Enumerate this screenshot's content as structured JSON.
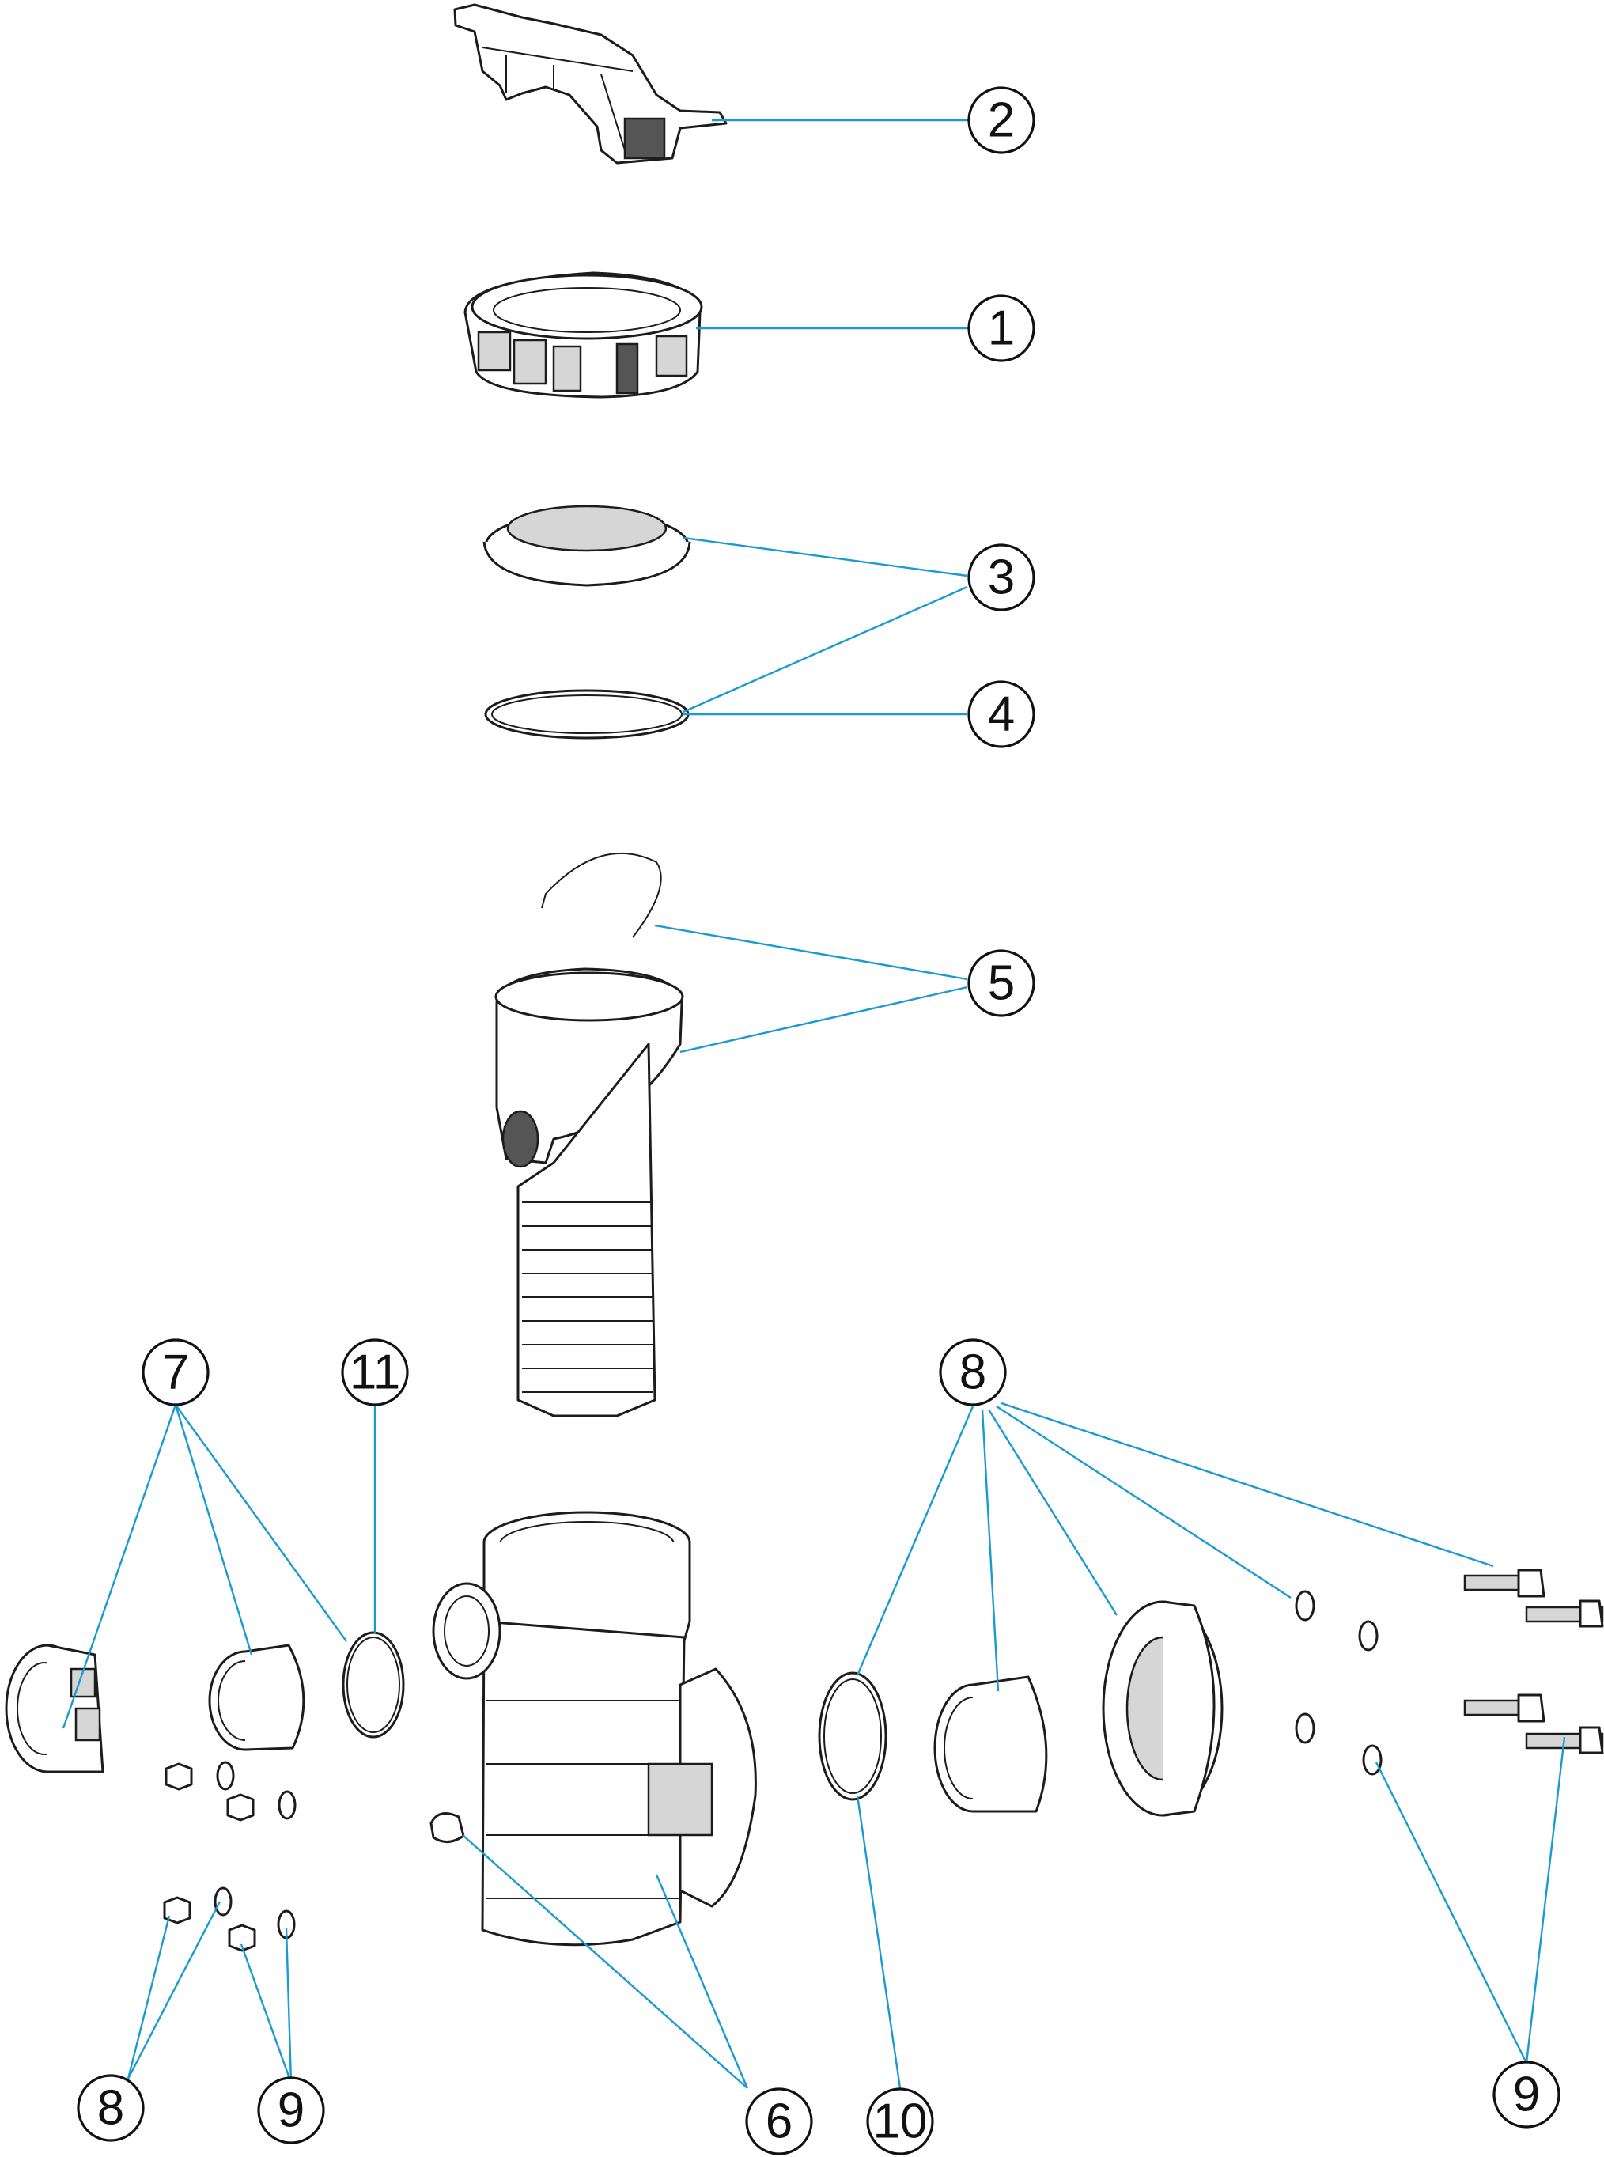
{
  "callouts": [
    {
      "id": "c2",
      "label": "2"
    },
    {
      "id": "c1",
      "label": "1"
    },
    {
      "id": "c3",
      "label": "3"
    },
    {
      "id": "c4",
      "label": "4"
    },
    {
      "id": "c5",
      "label": "5"
    },
    {
      "id": "c7",
      "label": "7"
    },
    {
      "id": "c11",
      "label": "11"
    },
    {
      "id": "c8a",
      "label": "8"
    },
    {
      "id": "c8b",
      "label": "8"
    },
    {
      "id": "c9a",
      "label": "9"
    },
    {
      "id": "c9b",
      "label": "9"
    },
    {
      "id": "c6",
      "label": "6"
    },
    {
      "id": "c10",
      "label": "10"
    }
  ],
  "colors": {
    "leader": "#1a9bd0",
    "outline": "#1c1c1c",
    "background": "#ffffff"
  }
}
